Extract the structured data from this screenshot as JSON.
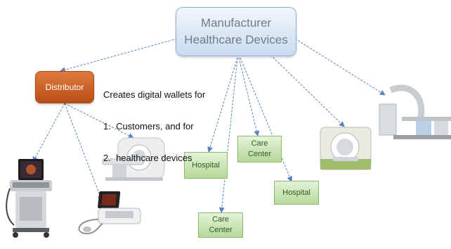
{
  "nodes": {
    "manufacturer": "Manufacturer\nHealthcare Devices",
    "distributor": "Distributor",
    "hospital_1": "Hospital",
    "care_center_1": "Care\nCenter",
    "care_center_2": "Care\nCenter",
    "hospital_2": "Hospital"
  },
  "note": {
    "line1": "Creates digital wallets for",
    "line2": "1.  Customers, and for",
    "line3": "2.  healthcare devices"
  },
  "devices": [
    {
      "icon": "ultrasound-cart-icon"
    },
    {
      "icon": "ct-scanner-icon"
    },
    {
      "icon": "portable-ultrasound-icon"
    },
    {
      "icon": "mri-scanner-icon"
    },
    {
      "icon": "c-arm-xray-icon"
    }
  ],
  "colors": {
    "arrow": "#5b7fc0",
    "manufacturer_fill": "#c9daf0",
    "distributor_fill": "#c95f22",
    "green_fill": "#c7e3b0"
  }
}
